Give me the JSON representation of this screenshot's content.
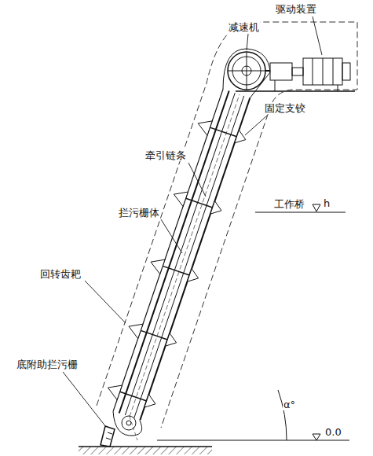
{
  "diagram": {
    "labels": [
      "驱动装置",
      "减速机",
      "固定支铰",
      "工作桥",
      "h",
      "牵引链条",
      "拦污栅体",
      "回转齿耙",
      "底附助拦污栅",
      "α°",
      "0.0"
    ]
  }
}
